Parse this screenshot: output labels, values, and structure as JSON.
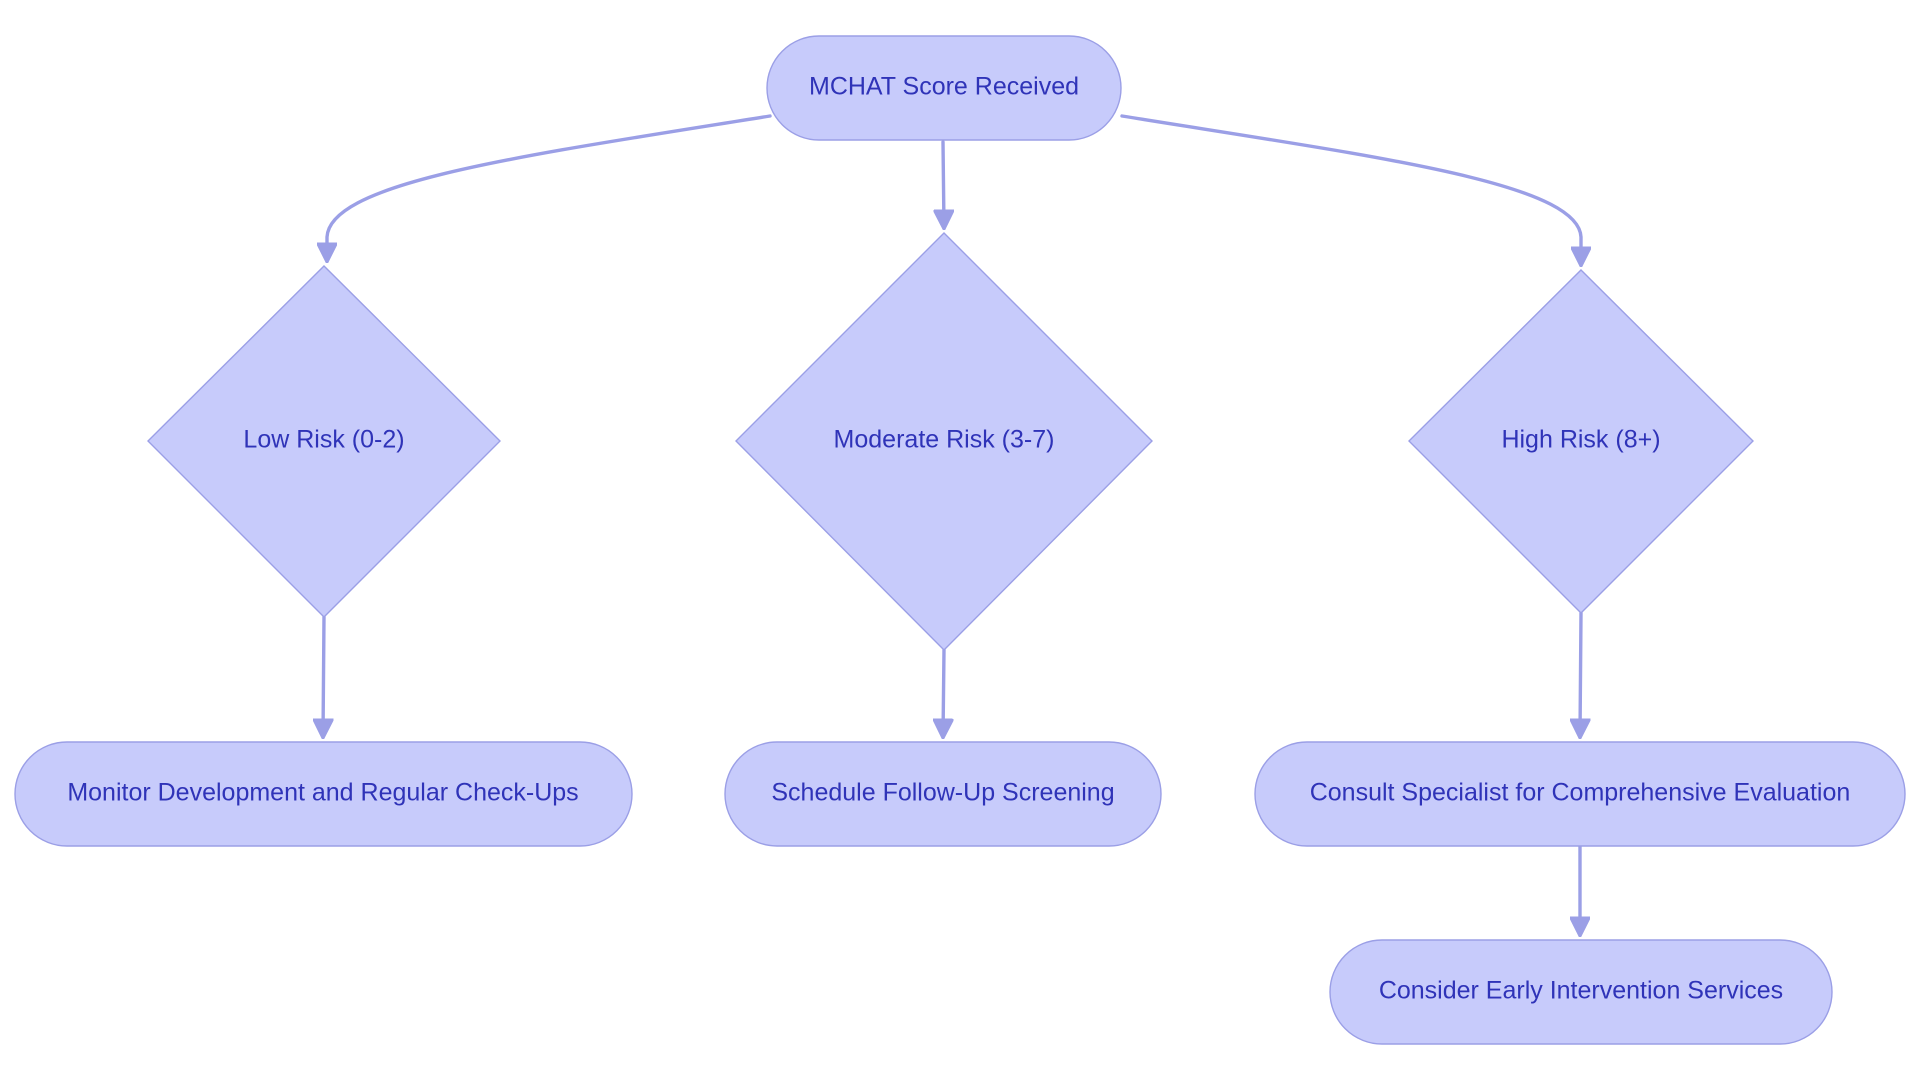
{
  "diagram": {
    "type": "flowchart",
    "colors": {
      "node_fill": "#c7cbfb",
      "node_stroke": "#9b9fe6",
      "edge": "#9b9fe6",
      "text": "#2f33b8"
    },
    "nodes": {
      "start": "MCHAT Score Received",
      "low_risk": "Low Risk (0-2)",
      "moderate_risk": "Moderate Risk (3-7)",
      "high_risk": "High Risk (8+)",
      "monitor": "Monitor Development and Regular Check-Ups",
      "follow_up": "Schedule Follow-Up Screening",
      "consult": "Consult Specialist for Comprehensive Evaluation",
      "intervention": "Consider Early Intervention Services"
    },
    "edges": [
      {
        "from": "start",
        "to": "low_risk"
      },
      {
        "from": "start",
        "to": "moderate_risk"
      },
      {
        "from": "start",
        "to": "high_risk"
      },
      {
        "from": "low_risk",
        "to": "monitor"
      },
      {
        "from": "moderate_risk",
        "to": "follow_up"
      },
      {
        "from": "high_risk",
        "to": "consult"
      },
      {
        "from": "consult",
        "to": "intervention"
      }
    ]
  }
}
